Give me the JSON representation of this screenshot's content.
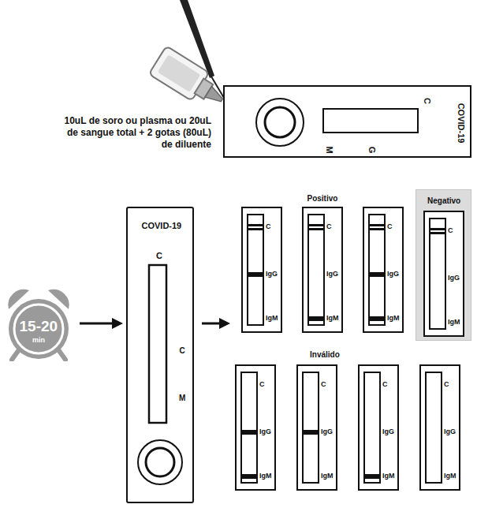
{
  "diagram": {
    "nodes": [
      {
        "text": [
          "M",
          "G",
          "C",
          "COVID-19"
        ]
      },
      {
        "text": [
          "15-20",
          "min"
        ]
      },
      {
        "text": [
          "COVID-19",
          "C",
          "C",
          "M"
        ]
      },
      {
        "text": [
          "C",
          "IgG",
          "IgM"
        ]
      },
      {
        "text": [
          "C",
          "IgG",
          "IgM"
        ]
      },
      {
        "text": [
          "C",
          "IgG",
          "IgM"
        ]
      },
      {
        "text": [
          "Negativo"
        ]
      },
      {
        "text": [
          "C",
          "IgG",
          "IgM"
        ],
        "in": 6
      },
      {
        "text": [
          "C",
          "IgG",
          "IgM"
        ]
      },
      {
        "text": [
          "C",
          "IgG",
          "IgM"
        ]
      },
      {
        "text": [
          "C",
          "IgG",
          "IgM"
        ]
      },
      {
        "text": [
          "C",
          "IgG",
          "IgM"
        ]
      }
    ],
    "edges": [
      {
        "from": 1,
        "to": 2,
        "arrow": "to"
      }
    ],
    "labels": [
      "10uL de soro ou plasma ou 20uL de sangue total + 2 gotas (80uL) de diluente",
      "Positivo",
      "Inválido"
    ]
  }
}
